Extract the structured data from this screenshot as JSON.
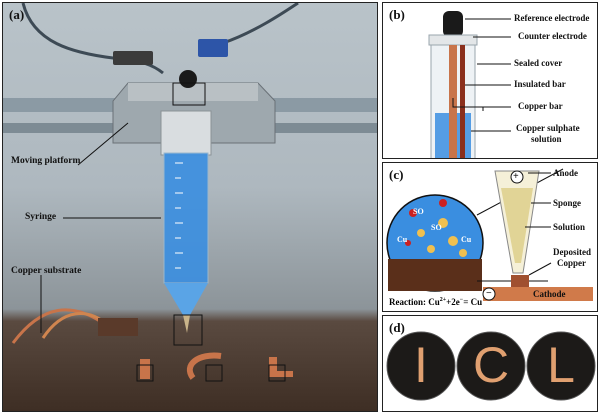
{
  "panels": {
    "a": {
      "label": "(a)",
      "labels": {
        "moving_platform": "Moving platform",
        "syringe": "Syringe",
        "copper_substrate": "Copper substrate"
      }
    },
    "b": {
      "label": "(b)",
      "labels": {
        "reference_electrode": "Reference electrode",
        "counter_electrode": "Counter electrode",
        "sealed_cover": "Sealed cover",
        "insulated_bar": "Insulated bar",
        "copper_bar": "Copper bar",
        "copper_sulphate_1": "Copper sulphate",
        "copper_sulphate_2": "solution"
      }
    },
    "c": {
      "label": "(c)",
      "labels": {
        "anode": "Anode",
        "sponge": "Sponge",
        "solution": "Solution",
        "deposited_1": "Deposited",
        "deposited_2": "Copper",
        "cathode": "Cathode",
        "reaction": "Reaction: Cu",
        "reaction_mid": "+2e",
        "reaction_end": "= Cu",
        "plus": "+",
        "minus": "−",
        "so4_a": "SO",
        "so4_b": "SO",
        "cu_left": "Cu",
        "cu_right": "Cu"
      }
    },
    "d": {
      "label": "(d)",
      "letters": [
        "I",
        "C",
        "L"
      ]
    }
  },
  "colors": {
    "copper": "#c8744a",
    "solution_blue": "#3a8ee0",
    "cathode_bar": "#d07a4a",
    "coin": "#1c1a18"
  }
}
